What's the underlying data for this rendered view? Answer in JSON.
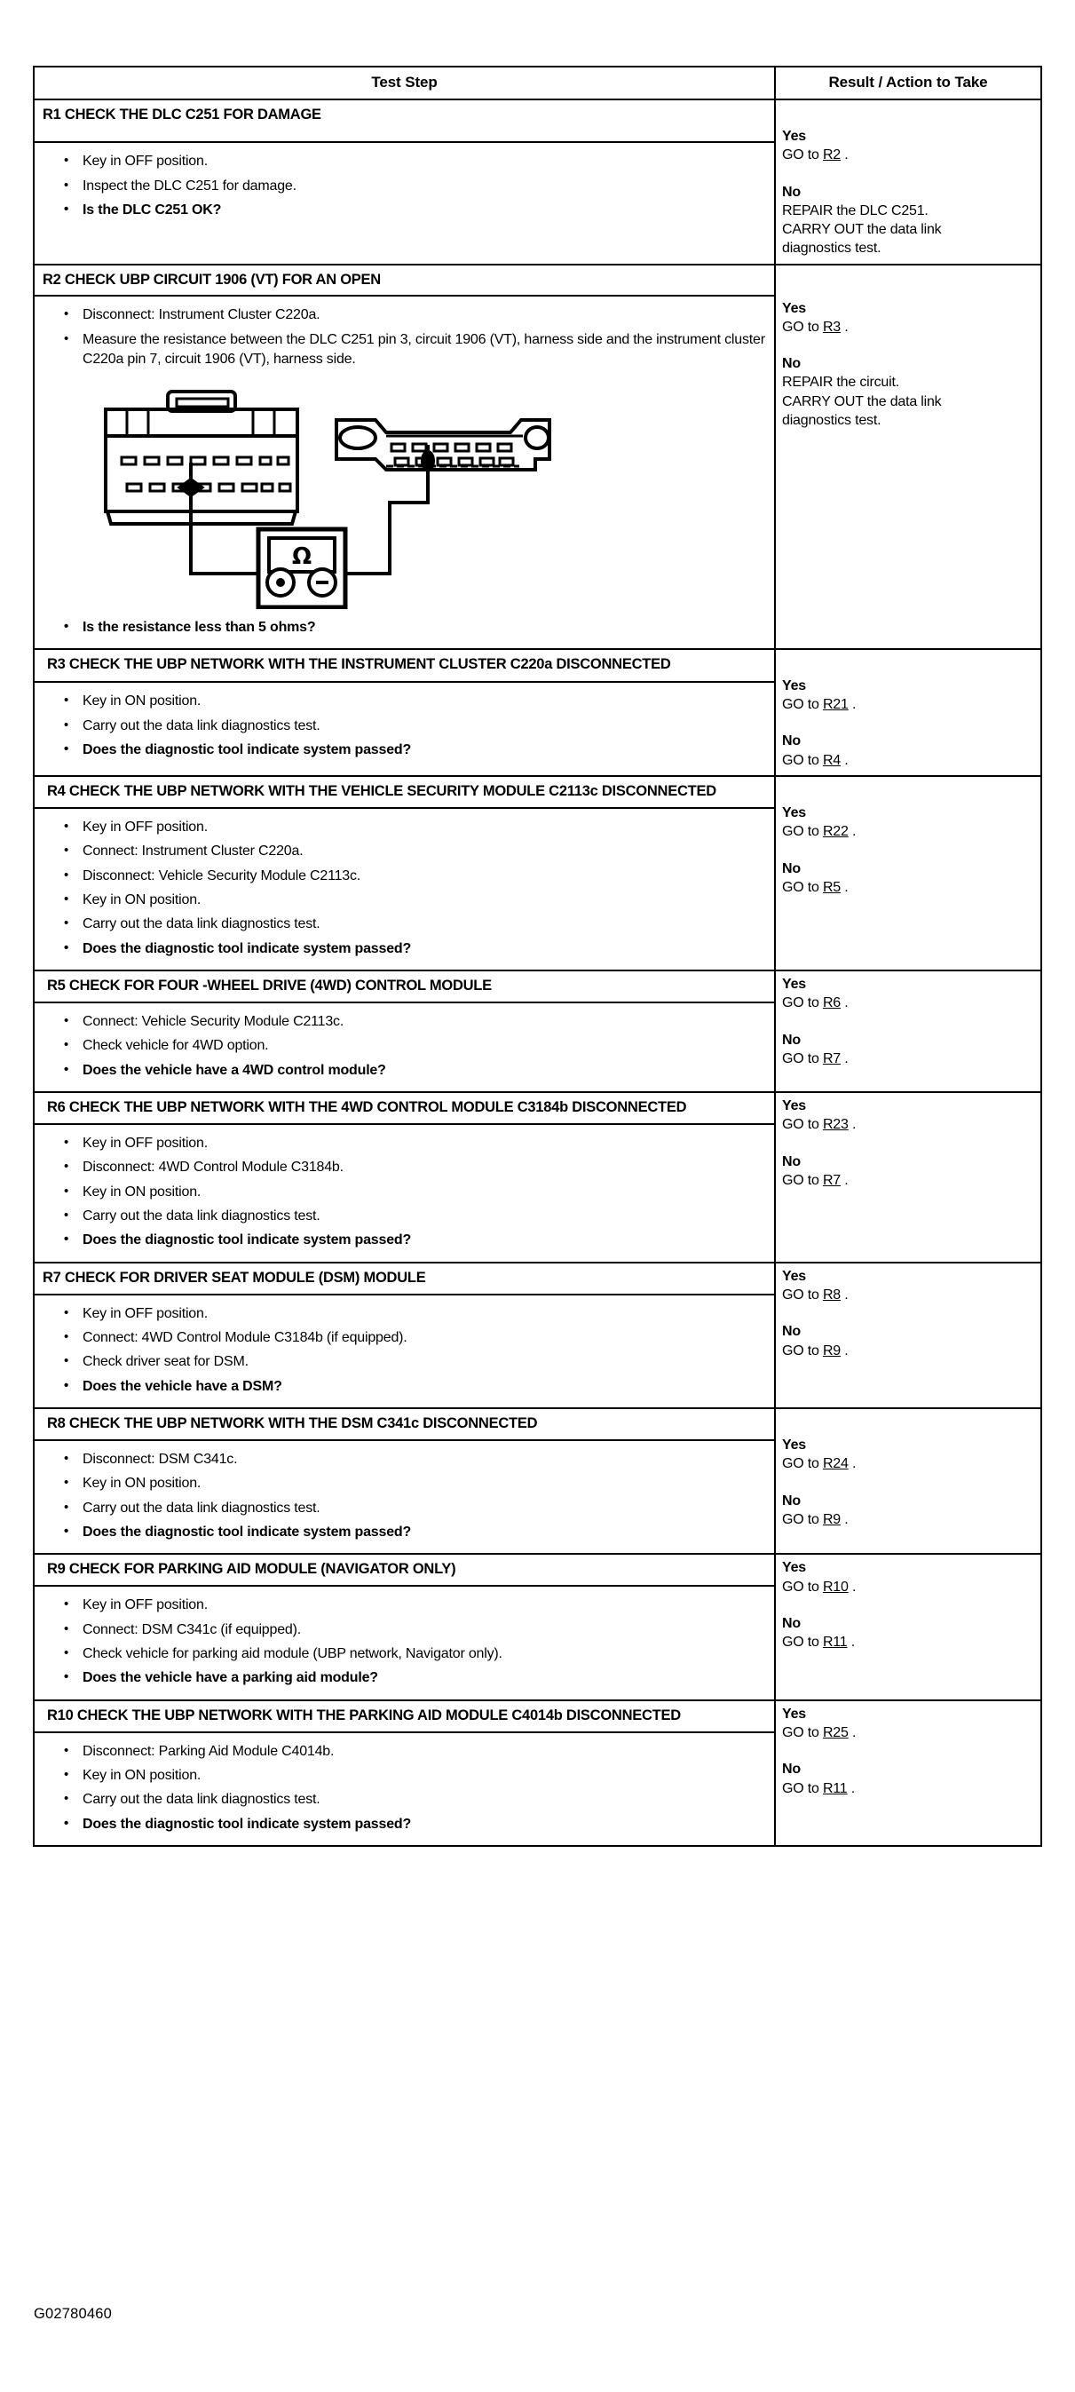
{
  "document": {
    "footer_code": "G02780460"
  },
  "table": {
    "headers": {
      "test_step": "Test Step",
      "result_action": "Result / Action to Take"
    },
    "rows": [
      {
        "id": "R1",
        "title": "R1 CHECK THE DLC C251 FOR DAMAGE",
        "steps": [
          {
            "text": "Key in OFF position.",
            "bold": false
          },
          {
            "text": "Inspect the DLC C251 for damage.",
            "bold": false
          },
          {
            "text": "Is the DLC C251 OK?",
            "bold": true
          }
        ],
        "results": [
          {
            "label": "Yes",
            "text": "GO to ",
            "link": "R2",
            "suffix": "."
          },
          {
            "label": "No",
            "text": "REPAIR the DLC C251.\nCARRY OUT the data link\ndiagnostics test.",
            "link": "",
            "suffix": ""
          }
        ]
      },
      {
        "id": "R2",
        "title": "R2 CHECK UBP CIRCUIT 1906 (VT) FOR AN OPEN",
        "steps": [
          {
            "text": "Disconnect: Instrument Cluster C220a.",
            "bold": false
          },
          {
            "text": "Measure the resistance between the DLC C251 pin 3, circuit 1906 (VT), harness side and the instrument cluster C220a pin 7, circuit 1906 (VT), harness side.",
            "bold": false
          }
        ],
        "diagram": {
          "name": "resistance-measurement-diagram",
          "meter_symbol": "Ω",
          "meter_positive": "+",
          "meter_negative": "−"
        },
        "steps_after": [
          {
            "text": "Is the resistance less than 5 ohms?",
            "bold": true
          }
        ],
        "results": [
          {
            "label": "Yes",
            "text": "GO to ",
            "link": "R3",
            "suffix": "."
          },
          {
            "label": "No",
            "text": "REPAIR the circuit.\nCARRY OUT the data link\ndiagnostics test.",
            "link": "",
            "suffix": ""
          }
        ]
      },
      {
        "id": "R3",
        "title": "R3 CHECK THE UBP NETWORK WITH THE INSTRUMENT CLUSTER C220a DISCONNECTED",
        "steps": [
          {
            "text": "Key in ON position.",
            "bold": false
          },
          {
            "text": "Carry out the data link diagnostics test.",
            "bold": false
          },
          {
            "text": "Does the diagnostic tool indicate system passed?",
            "bold": true
          }
        ],
        "results": [
          {
            "label": "Yes",
            "text": "GO to ",
            "link": "R21",
            "suffix": "."
          },
          {
            "label": "No",
            "text": "GO to ",
            "link": "R4",
            "suffix": "."
          }
        ]
      },
      {
        "id": "R4",
        "title": "R4 CHECK THE UBP NETWORK WITH THE VEHICLE SECURITY MODULE C2113c DISCONNECTED",
        "steps": [
          {
            "text": "Key in OFF position.",
            "bold": false
          },
          {
            "text": "Connect: Instrument Cluster C220a.",
            "bold": false
          },
          {
            "text": "Disconnect: Vehicle Security Module C2113c.",
            "bold": false
          },
          {
            "text": "Key in ON position.",
            "bold": false
          },
          {
            "text": "Carry out the data link diagnostics test.",
            "bold": false
          },
          {
            "text": "Does the diagnostic tool indicate system passed?",
            "bold": true
          }
        ],
        "results": [
          {
            "label": "Yes",
            "text": "GO to ",
            "link": "R22",
            "suffix": "."
          },
          {
            "label": "No",
            "text": "GO to ",
            "link": "R5",
            "suffix": "."
          }
        ]
      },
      {
        "id": "R5",
        "title": "R5 CHECK FOR FOUR -WHEEL DRIVE (4WD) CONTROL MODULE",
        "steps": [
          {
            "text": "Connect: Vehicle Security Module C2113c.",
            "bold": false
          },
          {
            "text": "Check vehicle for 4WD option.",
            "bold": false
          },
          {
            "text": "Does the vehicle have a 4WD control module?",
            "bold": true
          }
        ],
        "results": [
          {
            "label": "Yes",
            "text": "GO to ",
            "link": "R6",
            "suffix": "."
          },
          {
            "label": "No",
            "text": "GO to ",
            "link": "R7",
            "suffix": "."
          }
        ]
      },
      {
        "id": "R6",
        "title": "R6 CHECK THE UBP NETWORK WITH THE 4WD CONTROL MODULE C3184b DISCONNECTED",
        "steps": [
          {
            "text": "Key in OFF position.",
            "bold": false
          },
          {
            "text": "Disconnect: 4WD Control Module C3184b.",
            "bold": false
          },
          {
            "text": "Key in ON position.",
            "bold": false
          },
          {
            "text": "Carry out the data link diagnostics test.",
            "bold": false
          },
          {
            "text": "Does the diagnostic tool indicate system passed?",
            "bold": true
          }
        ],
        "results": [
          {
            "label": "Yes",
            "text": "GO to ",
            "link": "R23",
            "suffix": "."
          },
          {
            "label": "No",
            "text": "GO to ",
            "link": "R7",
            "suffix": "."
          }
        ]
      },
      {
        "id": "R7",
        "title": "R7 CHECK FOR DRIVER SEAT MODULE (DSM) MODULE",
        "steps": [
          {
            "text": "Key in OFF position.",
            "bold": false
          },
          {
            "text": "Connect: 4WD Control Module C3184b (if equipped).",
            "bold": false
          },
          {
            "text": "Check driver seat for DSM.",
            "bold": false
          },
          {
            "text": "Does the vehicle have a DSM?",
            "bold": true
          }
        ],
        "results": [
          {
            "label": "Yes",
            "text": "GO to ",
            "link": "R8",
            "suffix": "."
          },
          {
            "label": "No",
            "text": "GO to ",
            "link": "R9",
            "suffix": "."
          }
        ]
      },
      {
        "id": "R8",
        "title": "R8 CHECK THE UBP NETWORK WITH THE DSM C341c DISCONNECTED",
        "steps": [
          {
            "text": "Disconnect: DSM C341c.",
            "bold": false
          },
          {
            "text": "Key in ON position.",
            "bold": false
          },
          {
            "text": "Carry out the data link diagnostics test.",
            "bold": false
          },
          {
            "text": "Does the diagnostic tool indicate system passed?",
            "bold": true
          }
        ],
        "results": [
          {
            "label": "Yes",
            "text": "GO to ",
            "link": "R24",
            "suffix": "."
          },
          {
            "label": "No",
            "text": "GO to ",
            "link": "R9",
            "suffix": "."
          }
        ]
      },
      {
        "id": "R9",
        "title": "R9 CHECK FOR PARKING AID MODULE (NAVIGATOR ONLY)",
        "steps": [
          {
            "text": "Key in OFF position.",
            "bold": false
          },
          {
            "text": "Connect: DSM C341c (if equipped).",
            "bold": false
          },
          {
            "text": "Check vehicle for parking aid module (UBP network, Navigator only).",
            "bold": false
          },
          {
            "text": "Does the vehicle have a parking aid module?",
            "bold": true
          }
        ],
        "results": [
          {
            "label": "Yes",
            "text": "GO to ",
            "link": "R10",
            "suffix": "."
          },
          {
            "label": "No",
            "text": "GO to ",
            "link": "R11",
            "suffix": "."
          }
        ]
      },
      {
        "id": "R10",
        "title": "R10 CHECK THE UBP NETWORK WITH THE PARKING AID MODULE C4014b DISCONNECTED",
        "steps": [
          {
            "text": "Disconnect: Parking Aid Module C4014b.",
            "bold": false
          },
          {
            "text": "Key in ON position.",
            "bold": false
          },
          {
            "text": "Carry out the data link diagnostics test.",
            "bold": false
          },
          {
            "text": "Does the diagnostic tool indicate system passed?",
            "bold": true
          }
        ],
        "results": [
          {
            "label": "Yes",
            "text": "GO to ",
            "link": "R25",
            "suffix": "."
          },
          {
            "label": "No",
            "text": "GO to ",
            "link": "R11",
            "suffix": "."
          }
        ]
      }
    ]
  }
}
